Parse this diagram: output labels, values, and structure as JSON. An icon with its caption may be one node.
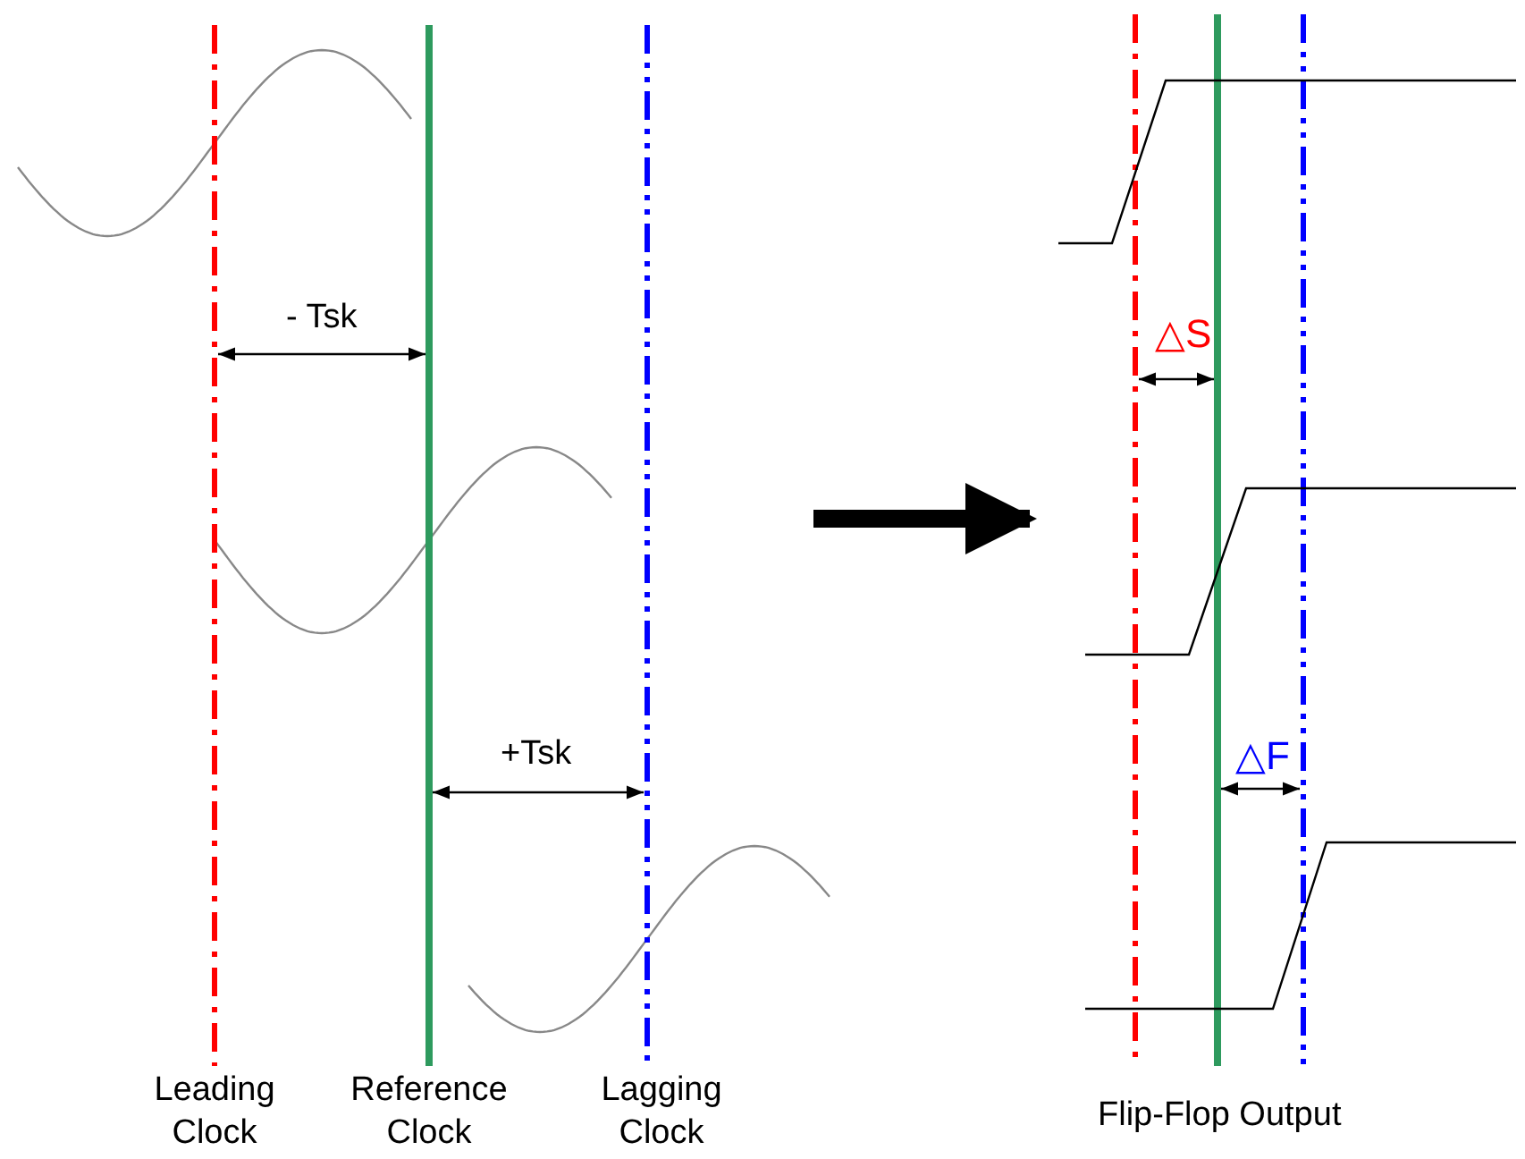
{
  "diagram": {
    "labels": [
      "- Tsk",
      "△S",
      "+Tsk",
      "△F",
      "Leading Clock",
      "Reference Clock",
      "Lagging Clock",
      "Flip-Flop Output"
    ]
  }
}
